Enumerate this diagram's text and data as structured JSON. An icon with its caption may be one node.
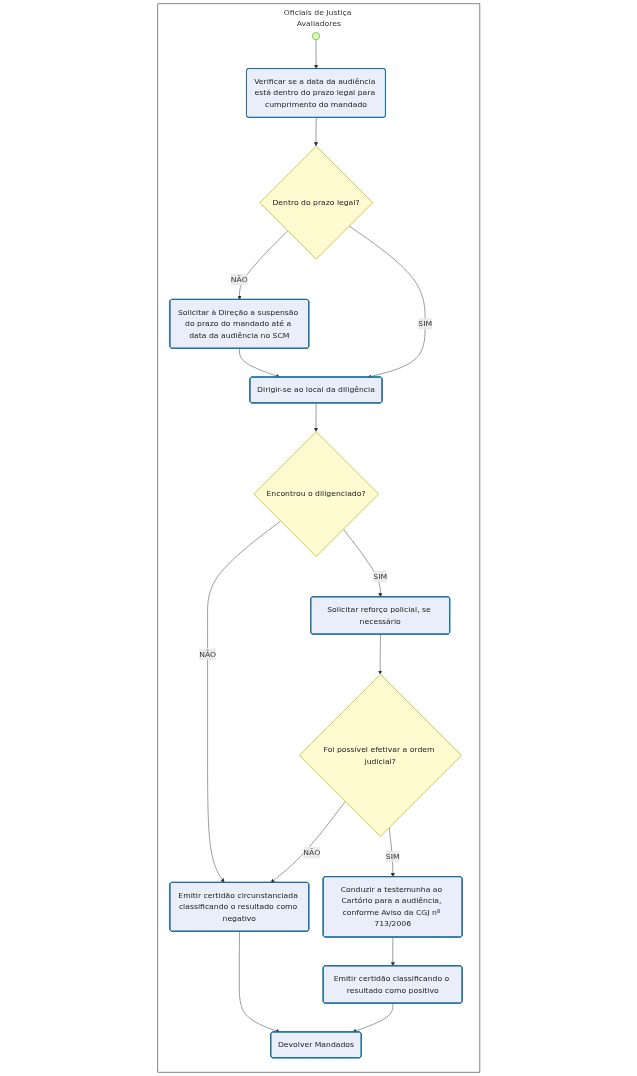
{
  "diagram": {
    "nodes": [
      {
        "text": [
          "Oficiais de Justiça Avaliadores"
        ]
      },
      {
        "text": [],
        "shape": "circle",
        "in": 0
      },
      {
        "text": [
          "Verificar se a data da audiência está dentro do prazo legal para cumprimento do mandado"
        ],
        "in": 0
      },
      {
        "text": [
          "Dentro do prazo legal?"
        ],
        "in": 0
      },
      {
        "text": [
          "Solicitar à Direção a suspensão do prazo do mandado até a data da audiência no SCM"
        ],
        "in": 0
      },
      {
        "text": [
          "Dirigir-se ao local da diligência"
        ],
        "in": 0
      },
      {
        "text": [
          "Encontrou o diligenciado?"
        ],
        "in": 0
      },
      {
        "text": [
          "Emitir certidão circunstanciada classificando o resultado como negativo"
        ],
        "in": 0
      },
      {
        "text": [
          "Solicitar reforço policial, se necessário"
        ],
        "in": 0
      },
      {
        "text": [
          "Foi possível efetivar a ordem judicial?"
        ],
        "in": 0
      },
      {
        "text": [
          "Conduzir a testemunha ao Cartório para a audiência, conforme Aviso da CGJ nº 713/2006"
        ],
        "in": 0
      },
      {
        "text": [
          "Emitir certidão classificando o resultado como positivo"
        ],
        "in": 0
      },
      {
        "text": [
          "Devolver Mandados"
        ],
        "in": 0
      }
    ],
    "edges": [
      {
        "from": 1,
        "to": 2,
        "arrow": "to"
      },
      {
        "from": 2,
        "to": 3,
        "arrow": "to"
      },
      {
        "from": 3,
        "to": 4,
        "arrow": "to",
        "label": "NÃO"
      },
      {
        "from": 3,
        "to": 5,
        "arrow": "to",
        "label": "SIM"
      },
      {
        "from": 4,
        "to": 5,
        "arrow": "to"
      },
      {
        "from": 5,
        "to": 6,
        "arrow": "to"
      },
      {
        "from": 6,
        "to": 7,
        "arrow": "to",
        "label": "NÃO"
      },
      {
        "from": 6,
        "to": 8,
        "arrow": "to",
        "label": "SIM"
      },
      {
        "from": 8,
        "to": 9,
        "arrow": "to"
      },
      {
        "from": 9,
        "to": 7,
        "arrow": "to",
        "label": "NÃO"
      },
      {
        "from": 9,
        "to": 10,
        "arrow": "to",
        "label": "SIM"
      },
      {
        "from": 10,
        "to": 11,
        "arrow": "to"
      },
      {
        "from": 11,
        "to": 12,
        "arrow": "to"
      },
      {
        "from": 7,
        "to": 12,
        "arrow": "to"
      }
    ]
  }
}
